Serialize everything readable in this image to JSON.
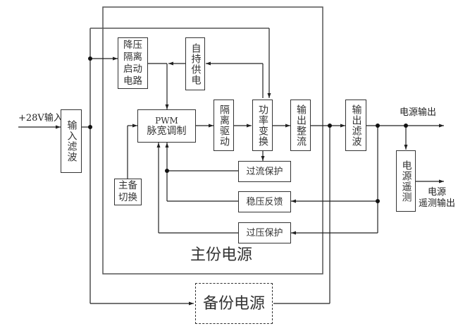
{
  "diagram": {
    "input_label": "+28V输入",
    "input_filter": "输入滤波",
    "step_down_start": "降压隔离启动电路",
    "self_supply": "自持供电",
    "pwm_line1": "PWM",
    "pwm_line2": "脉宽调制",
    "isolation_drive": "隔离驱动",
    "power_conversion": "功率变换",
    "output_rectifier": "输出整流",
    "output_filter": "输出滤波",
    "main_backup_switch": "主备切换",
    "overcurrent_protection": "过流保护",
    "voltage_feedback": "稳压反馈",
    "overvoltage_protection": "过压保护",
    "power_telemetry": "电源遥测",
    "power_output": "电源输出",
    "telemetry_output_line1": "电源",
    "telemetry_output_line2": "遥测输出",
    "main_power_label": "主份电源",
    "backup_power_label": "备份电源"
  },
  "colors": {
    "line": "#222222",
    "frame": "#555555"
  }
}
